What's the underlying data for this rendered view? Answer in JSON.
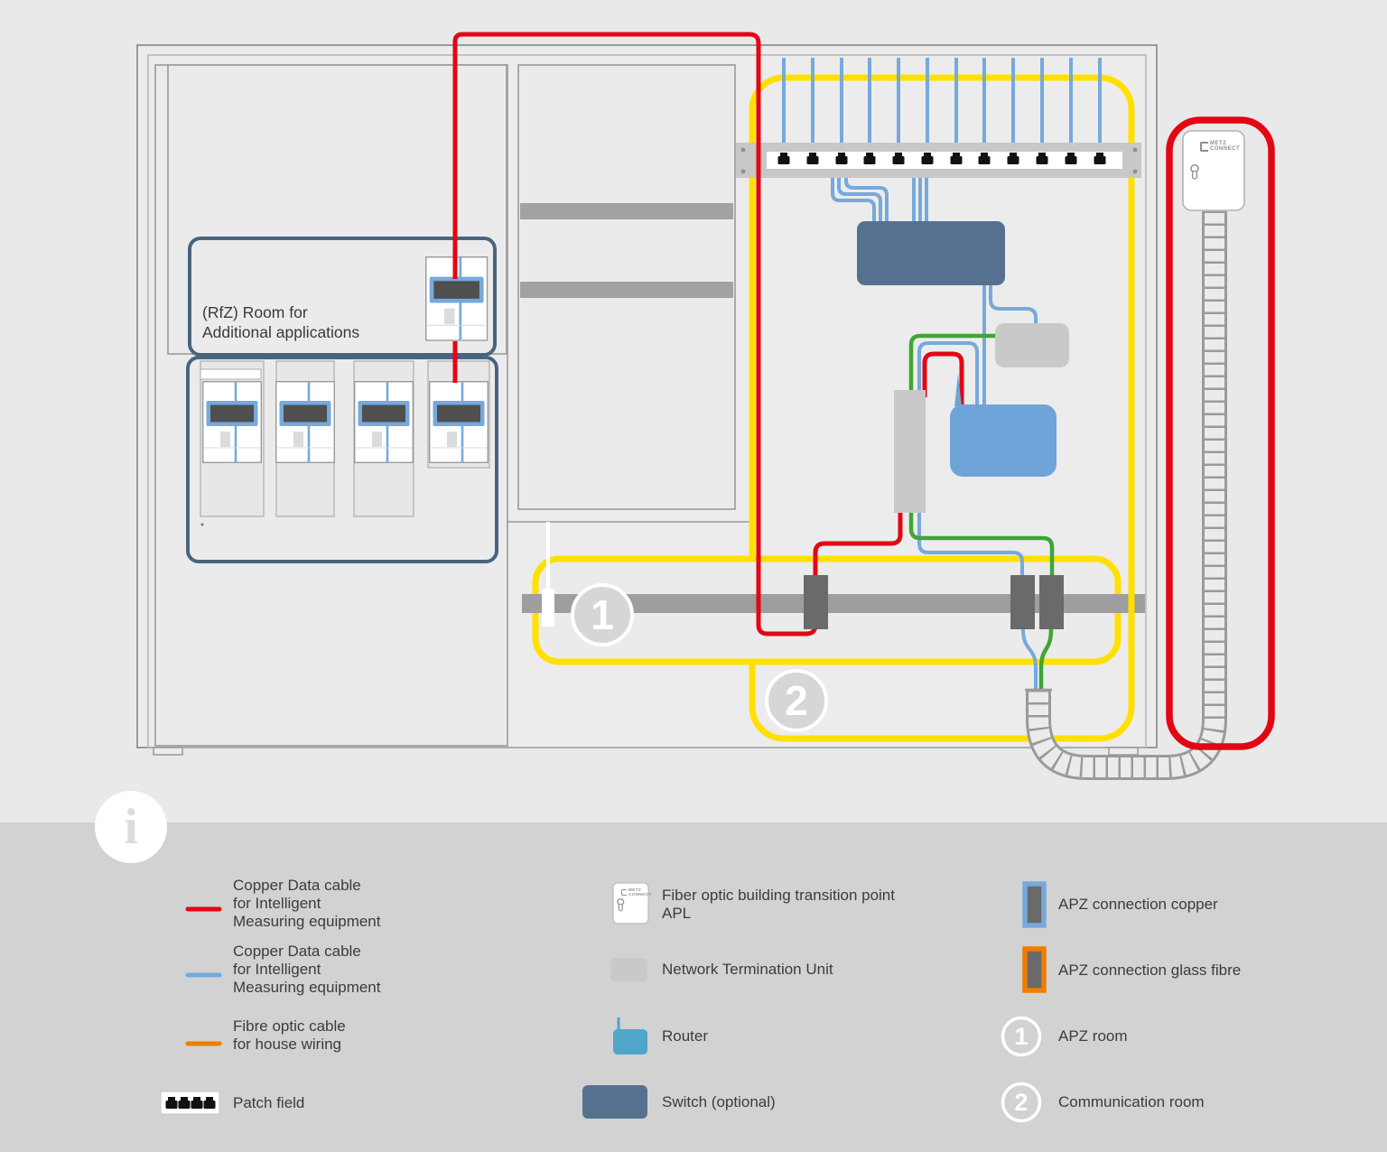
{
  "colors": {
    "red": "#e30613",
    "blue": "#76a9dc",
    "yellow": "#ffe000",
    "green": "#3fa535",
    "orange": "#f07d00",
    "switch": "#56718f",
    "router_diagram": "#6fa4d8",
    "router_legend": "#4fa6c8",
    "navy": "#49647f",
    "block_gray": "#6a6a6a",
    "device_gray": "#c9c9c9"
  },
  "diagram": {
    "rfz_label": {
      "line1": "(RfZ) Room for",
      "line2": "Additional applications"
    },
    "apl_logo": {
      "line1": "METZ",
      "line2": "CONNECT"
    },
    "room1_number": "1",
    "room2_number": "2"
  },
  "info_icon_glyph": "i",
  "legend": {
    "cables": [
      {
        "id": "copper-red",
        "lines": [
          "Copper Data cable",
          "for Intelligent",
          "Measuring equipment"
        ]
      },
      {
        "id": "copper-blue",
        "lines": [
          "Copper Data cable",
          "for Intelligent",
          "Measuring equipment"
        ]
      },
      {
        "id": "fibre-orange",
        "lines": [
          "Fibre optic cable",
          "for house wiring"
        ]
      },
      {
        "id": "patch-field",
        "lines": [
          "Patch field"
        ]
      }
    ],
    "devices": [
      {
        "id": "apl",
        "lines": [
          "Fiber optic building transition point",
          "APL"
        ]
      },
      {
        "id": "ntu",
        "lines": [
          "Network Termination Unit"
        ]
      },
      {
        "id": "router",
        "lines": [
          "Router"
        ]
      },
      {
        "id": "switch",
        "lines": [
          "Switch (optional)"
        ]
      }
    ],
    "connections": [
      {
        "id": "apz-copper",
        "label": "APZ connection copper"
      },
      {
        "id": "apz-fibre",
        "label": "APZ connection glass fibre"
      },
      {
        "id": "room-1",
        "number": "1",
        "label": "APZ room"
      },
      {
        "id": "room-2",
        "number": "2",
        "label": "Communication room"
      }
    ]
  }
}
